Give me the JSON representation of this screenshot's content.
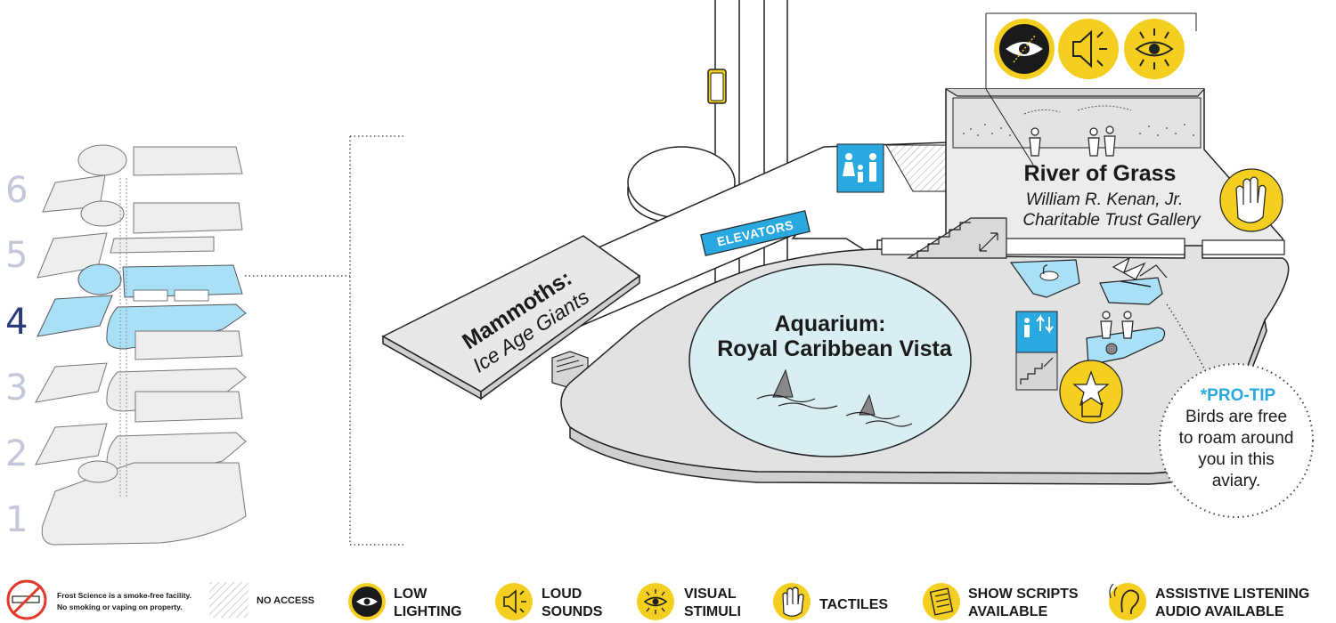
{
  "floor_selector": {
    "floors": [
      "6",
      "5",
      "4",
      "3",
      "2",
      "1"
    ],
    "active_floor": "4"
  },
  "galleries": {
    "mammoths_title": "Mammoths:",
    "mammoths_subtitle": "Ice Age Giants",
    "aquarium_title_1": "Aquarium:",
    "aquarium_title_2": "Royal Caribbean Vista",
    "river_title": "River of Grass",
    "river_subtitle_1": "William R. Kenan, Jr.",
    "river_subtitle_2": "Charitable Trust Gallery"
  },
  "elevators_label": "ELEVATORS",
  "pro_tip": {
    "heading": "PRO-TIP",
    "lines": [
      "Birds are free",
      "to roam around",
      "you in this",
      "aviary."
    ]
  },
  "legend": {
    "smoke_free_line1": "Frost Science is a smoke-free facility.",
    "smoke_free_line2": "No smoking or vaping on property.",
    "no_access": "NO ACCESS",
    "low_lighting": [
      "LOW",
      "LIGHTING"
    ],
    "loud_sounds": [
      "LOUD",
      "SOUNDS"
    ],
    "visual_stimuli": [
      "VISUAL",
      "STIMULI"
    ],
    "tactiles": "TACTILES",
    "show_scripts": [
      "SHOW SCRIPTS",
      "AVAILABLE"
    ],
    "assistive_listening": [
      "ASSISTIVE LISTENING",
      "AUDIO AVAILABLE"
    ]
  },
  "colors": {
    "accent_yellow": "#f5cf1f",
    "accent_blue": "#29a9e0",
    "active_floor_fill": "#a9dff7",
    "floor_fill": "#eeeeee",
    "water": "#d8eef3",
    "text_dark": "#1a1a1a"
  }
}
